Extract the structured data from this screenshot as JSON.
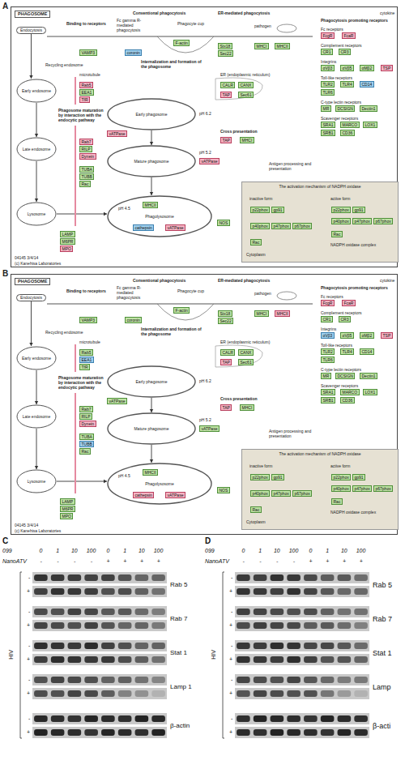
{
  "diagram": {
    "nodes": [
      {
        "text": [
          "A"
        ]
      },
      {
        "text": [
          "PHAGOSOME"
        ],
        "in": 0
      },
      {
        "text": [
          "Endocytosis"
        ],
        "in": 0
      },
      {
        "text": [
          "Early endosome"
        ],
        "in": 0
      },
      {
        "text": [
          "Late endosome"
        ],
        "in": 0
      },
      {
        "text": [
          "Lysosome"
        ],
        "in": 0
      },
      {
        "text": [
          "Early phagosome"
        ],
        "in": 0
      },
      {
        "text": [
          "Mature phagosome"
        ],
        "in": 0
      },
      {
        "text": [
          "Phagolysosome"
        ],
        "in": 0
      },
      {
        "text": [
          "The activation mechanism of NADPH oxidase"
        ],
        "in": 0
      },
      {
        "text": [
          "FcgR"
        ],
        "in": 0
      },
      {
        "text": [
          "FcaR"
        ],
        "in": 0
      },
      {
        "text": [
          "CR1"
        ],
        "in": 0
      },
      {
        "text": [
          "CR3"
        ],
        "in": 0
      },
      {
        "text": [
          "αVβ3"
        ],
        "in": 0
      },
      {
        "text": [
          "αVβ5"
        ],
        "in": 0
      },
      {
        "text": [
          "αMβ2"
        ],
        "in": 0
      },
      {
        "text": [
          "TSP"
        ],
        "in": 0
      },
      {
        "text": [
          "TLR2"
        ],
        "in": 0
      },
      {
        "text": [
          "TLR4"
        ],
        "in": 0
      },
      {
        "text": [
          "CD14"
        ],
        "in": 0
      },
      {
        "text": [
          "TLR6"
        ],
        "in": 0
      },
      {
        "text": [
          "MR"
        ],
        "in": 0
      },
      {
        "text": [
          "DCSIGN"
        ],
        "in": 0
      },
      {
        "text": [
          "Dectin1"
        ],
        "in": 0
      },
      {
        "text": [
          "SRA1"
        ],
        "in": 0
      },
      {
        "text": [
          "MARCO"
        ],
        "in": 0
      },
      {
        "text": [
          "LOX1"
        ],
        "in": 0
      },
      {
        "text": [
          "SRB1"
        ],
        "in": 0
      },
      {
        "text": [
          "CD36"
        ],
        "in": 0
      },
      {
        "text": [
          "VAMP3"
        ],
        "in": 0
      },
      {
        "text": [
          "coronin"
        ],
        "in": 0
      },
      {
        "text": [
          "F-actin"
        ],
        "in": 0
      },
      {
        "text": [
          "Stx18"
        ],
        "in": 0
      },
      {
        "text": [
          "Sec22"
        ],
        "in": 0
      },
      {
        "text": [
          "MHCI"
        ],
        "in": 0
      },
      {
        "text": [
          "MHCII"
        ],
        "in": 0
      },
      {
        "text": [
          "Rab5"
        ],
        "in": 0
      },
      {
        "text": [
          "EEA1"
        ],
        "in": 0
      },
      {
        "text": [
          "TfR"
        ],
        "in": 0
      },
      {
        "text": [
          "CALR"
        ],
        "in": 0
      },
      {
        "text": [
          "CANX"
        ],
        "in": 0
      },
      {
        "text": [
          "TAP"
        ],
        "in": 0
      },
      {
        "text": [
          "Sec61"
        ],
        "in": 0
      },
      {
        "text": [
          "vATPase"
        ],
        "in": 0
      },
      {
        "text": [
          "Rab7"
        ],
        "in": 0
      },
      {
        "text": [
          "RILP"
        ],
        "in": 0
      },
      {
        "text": [
          "Dynein"
        ],
        "in": 0
      },
      {
        "text": [
          "TUBA"
        ],
        "in": 0
      },
      {
        "text": [
          "TUBB"
        ],
        "in": 0
      },
      {
        "text": [
          "vATPase"
        ],
        "in": 0
      },
      {
        "text": [
          "Rac"
        ],
        "in": 0
      },
      {
        "text": [
          "LAMP"
        ],
        "in": 0
      },
      {
        "text": [
          "M6PR"
        ],
        "in": 0
      },
      {
        "text": [
          "MPO"
        ],
        "in": 0
      },
      {
        "text": [
          "NOS"
        ],
        "in": 0
      },
      {
        "text": [
          "cathepsin"
        ],
        "in": 0
      },
      {
        "text": [
          "vATPase"
        ],
        "in": 0
      },
      {
        "text": [
          "MHCII"
        ],
        "in": 0
      },
      {
        "text": [
          "TAP"
        ],
        "in": 0
      },
      {
        "text": [
          "MHCI"
        ],
        "in": 0
      },
      {
        "text": [
          "p22phox"
        ],
        "in": 9
      },
      {
        "text": [
          "gp91"
        ],
        "in": 9
      },
      {
        "text": [
          "p40phox"
        ],
        "in": 9
      },
      {
        "text": [
          "p47phox"
        ],
        "in": 9
      },
      {
        "text": [
          "p67phox"
        ],
        "in": 9
      },
      {
        "text": [
          "Rac"
        ],
        "in": 9
      },
      {
        "text": [
          "p22phox"
        ],
        "in": 9
      },
      {
        "text": [
          "gp91"
        ],
        "in": 9
      },
      {
        "text": [
          "p40phox"
        ],
        "in": 9
      },
      {
        "text": [
          "p47phox"
        ],
        "in": 9
      },
      {
        "text": [
          "p67phox"
        ],
        "in": 9
      },
      {
        "text": [
          "Rac"
        ],
        "in": 9
      },
      {
        "text": [
          "B"
        ]
      },
      {
        "text": [
          "PHAGOSOME"
        ],
        "in": 73
      },
      {
        "text": [
          "Endocytosis"
        ],
        "in": 73
      },
      {
        "text": [
          "Early endosome"
        ],
        "in": 73
      },
      {
        "text": [
          "Late endosome"
        ],
        "in": 73
      },
      {
        "text": [
          "Lysosome"
        ],
        "in": 73
      },
      {
        "text": [
          "Early phagosome"
        ],
        "in": 73
      },
      {
        "text": [
          "Mature phagosome"
        ],
        "in": 73
      },
      {
        "text": [
          "Phagolysosome"
        ],
        "in": 73
      },
      {
        "text": [
          "The activation mechanism of NADPH oxidase"
        ],
        "in": 73
      },
      {
        "text": [
          "FcgR"
        ],
        "in": 73
      },
      {
        "text": [
          "FcaR"
        ],
        "in": 73
      },
      {
        "text": [
          "CR1"
        ],
        "in": 73
      },
      {
        "text": [
          "CR3"
        ],
        "in": 73
      },
      {
        "text": [
          "αVβ3"
        ],
        "in": 73
      },
      {
        "text": [
          "αVβ5"
        ],
        "in": 73
      },
      {
        "text": [
          "αMβ2"
        ],
        "in": 73
      },
      {
        "text": [
          "TSP"
        ],
        "in": 73
      },
      {
        "text": [
          "TLR2"
        ],
        "in": 73
      },
      {
        "text": [
          "TLR4"
        ],
        "in": 73
      },
      {
        "text": [
          "CD14"
        ],
        "in": 73
      },
      {
        "text": [
          "TLR6"
        ],
        "in": 73
      },
      {
        "text": [
          "MR"
        ],
        "in": 73
      },
      {
        "text": [
          "DCSIGN"
        ],
        "in": 73
      },
      {
        "text": [
          "Dectin1"
        ],
        "in": 73
      },
      {
        "text": [
          "SRA1"
        ],
        "in": 73
      },
      {
        "text": [
          "MARCO"
        ],
        "in": 73
      },
      {
        "text": [
          "LOX1"
        ],
        "in": 73
      },
      {
        "text": [
          "SRB1"
        ],
        "in": 73
      },
      {
        "text": [
          "CD36"
        ],
        "in": 73
      },
      {
        "text": [
          "VAMP3"
        ],
        "in": 73
      },
      {
        "text": [
          "coronin"
        ],
        "in": 73
      },
      {
        "text": [
          "F-actin"
        ],
        "in": 73
      },
      {
        "text": [
          "Stx18"
        ],
        "in": 73
      },
      {
        "text": [
          "Sec22"
        ],
        "in": 73
      },
      {
        "text": [
          "MHCI"
        ],
        "in": 73
      },
      {
        "text": [
          "MHCII"
        ],
        "in": 73
      },
      {
        "text": [
          "Rab5"
        ],
        "in": 73
      },
      {
        "text": [
          "EEA1"
        ],
        "in": 73
      },
      {
        "text": [
          "TfR"
        ],
        "in": 73
      },
      {
        "text": [
          "CALR"
        ],
        "in": 73
      },
      {
        "text": [
          "CANX"
        ],
        "in": 73
      },
      {
        "text": [
          "TAP"
        ],
        "in": 73
      },
      {
        "text": [
          "Sec61"
        ],
        "in": 73
      },
      {
        "text": [
          "vATPase"
        ],
        "in": 73
      },
      {
        "text": [
          "Rab7"
        ],
        "in": 73
      },
      {
        "text": [
          "RILP"
        ],
        "in": 73
      },
      {
        "text": [
          "Dynein"
        ],
        "in": 73
      },
      {
        "text": [
          "TUBA"
        ],
        "in": 73
      },
      {
        "text": [
          "TUBB"
        ],
        "in": 73
      },
      {
        "text": [
          "vATPase"
        ],
        "in": 73
      },
      {
        "text": [
          "Rac"
        ],
        "in": 73
      },
      {
        "text": [
          "LAMP"
        ],
        "in": 73
      },
      {
        "text": [
          "M6PR"
        ],
        "in": 73
      },
      {
        "text": [
          "MPO"
        ],
        "in": 73
      },
      {
        "text": [
          "NOS"
        ],
        "in": 73
      },
      {
        "text": [
          "cathepsin"
        ],
        "in": 73
      },
      {
        "text": [
          "vATPase"
        ],
        "in": 73
      },
      {
        "text": [
          "MHCII"
        ],
        "in": 73
      },
      {
        "text": [
          "TAP"
        ],
        "in": 73
      },
      {
        "text": [
          "MHCI"
        ],
        "in": 73
      },
      {
        "text": [
          "p22phox"
        ],
        "in": 82
      },
      {
        "text": [
          "gp91"
        ],
        "in": 82
      },
      {
        "text": [
          "p40phox"
        ],
        "in": 82
      },
      {
        "text": [
          "p47phox"
        ],
        "in": 82
      },
      {
        "text": [
          "p67phox"
        ],
        "in": 82
      },
      {
        "text": [
          "Rac"
        ],
        "in": 82
      },
      {
        "text": [
          "p22phox"
        ],
        "in": 82
      },
      {
        "text": [
          "gp91"
        ],
        "in": 82
      },
      {
        "text": [
          "p40phox"
        ],
        "in": 82
      },
      {
        "text": [
          "p47phox"
        ],
        "in": 82
      },
      {
        "text": [
          "p67phox"
        ],
        "in": 82
      },
      {
        "text": [
          "Rac"
        ],
        "in": 82
      }
    ],
    "edges": [
      {
        "from": 2,
        "to": 3,
        "arrow": "to"
      },
      {
        "from": 3,
        "to": 4,
        "arrow": "to"
      },
      {
        "from": 4,
        "to": 5,
        "arrow": "to"
      },
      {
        "from": 6,
        "to": 7,
        "arrow": "to"
      },
      {
        "from": 7,
        "to": 8,
        "arrow": "to"
      },
      {
        "from": 5,
        "to": 8,
        "arrow": "to"
      },
      {
        "from": 75,
        "to": 76,
        "arrow": "to"
      },
      {
        "from": 76,
        "to": 77,
        "arrow": "to"
      },
      {
        "from": 77,
        "to": 78,
        "arrow": "to"
      },
      {
        "from": 79,
        "to": 80,
        "arrow": "to"
      },
      {
        "from": 80,
        "to": 81,
        "arrow": "to"
      },
      {
        "from": 78,
        "to": 81,
        "arrow": "to"
      }
    ],
    "labels": [
      "Conventional phagocytosis",
      "ER-mediated phagocytosis",
      "Binding to receptors",
      "Fc gamma R-mediated phagocytosis",
      "Phagocyte cup",
      "pathogen",
      "Phagocytosis promoting receptors",
      "Fc receptors",
      "Complement receptors",
      "Integrins",
      "Toll-like receptors",
      "C-type lectin receptors",
      "Scavenger receptors",
      "cytokine",
      "Recycling endosome",
      "Internalization and formation of the phagosome",
      "microtubule",
      "ER (endoplasmic reticulum)",
      "Phagosome maturation by interaction with the endocytic pathway",
      "pH 6.2",
      "Cross presentation",
      "pH 5.2",
      "Antigen processing and presentation",
      "pH 4.5",
      "inactive form",
      "active form",
      "Cytoplasm",
      "NADPH oxidase complex",
      "04145 3/4/14",
      "(c) Kanehisa Laboratories",
      "Conventional phagocytosis",
      "ER-mediated phagocytosis",
      "Binding to receptors",
      "Fc gamma R-mediated phagocytosis",
      "Phagocyte cup",
      "pathogen",
      "Phagocytosis promoting receptors",
      "Fc receptors",
      "Complement receptors",
      "Integrins",
      "Toll-like receptors",
      "C-type lectin receptors",
      "Scavenger receptors",
      "cytokine",
      "Recycling endosome",
      "Internalization and formation of the phagosome",
      "microtubule",
      "ER (endoplasmic reticulum)",
      "Phagosome maturation by interaction with the endocytic pathway",
      "pH 6.2",
      "Cross presentation",
      "pH 5.2",
      "Antigen processing and presentation",
      "pH 4.5",
      "inactive form",
      "active form",
      "Cytoplasm",
      "NADPH oxidase complex",
      "04145 3/4/14",
      "(c) Kanehisa Laboratories",
      "C",
      "099",
      "0",
      "1",
      "10",
      "100",
      "0",
      "1",
      "10",
      "100",
      "NanoATV",
      "-",
      "-",
      "-",
      "-",
      "+",
      "+",
      "+",
      "+",
      "HIV",
      "-",
      "+",
      "-",
      "+",
      "-",
      "+",
      "-",
      "+",
      "-",
      "+",
      "Rab 5",
      "Rab 7",
      "Stat 1",
      "Lamp 1",
      "β-actin",
      "D",
      "099",
      "0",
      "1",
      "10",
      "100",
      "0",
      "1",
      "10",
      "100",
      "NanoATV",
      "-",
      "-",
      "-",
      "-",
      "+",
      "+",
      "+",
      "+",
      "HIV",
      "-",
      "+",
      "-",
      "+",
      "-",
      "+",
      "-",
      "+",
      "-",
      "+",
      "Rab 5",
      "Rab 7",
      "Stat 1",
      "Lamp",
      "β-acti"
    ]
  }
}
